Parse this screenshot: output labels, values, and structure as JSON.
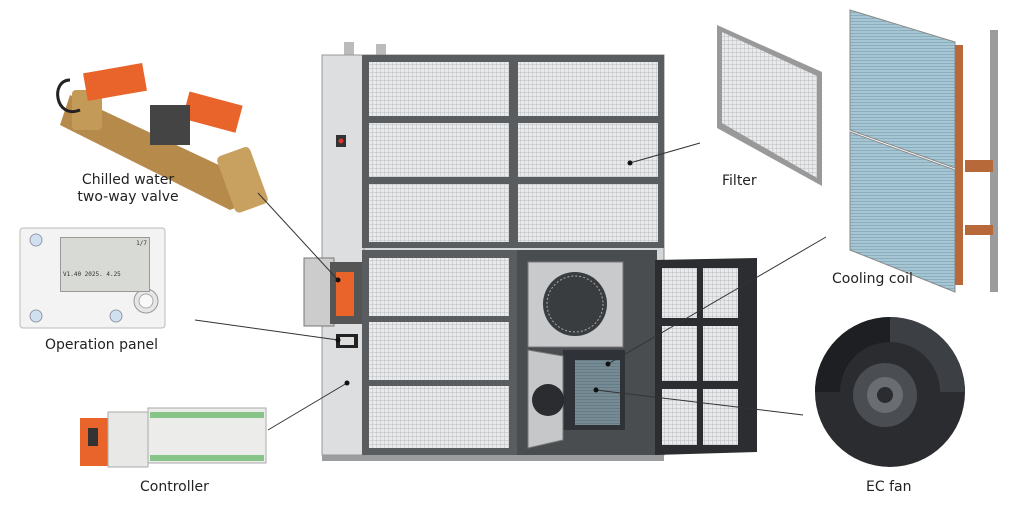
{
  "labels": {
    "valve_line1": "Chilled water",
    "valve_line2": "two-way valve",
    "filter": "Filter",
    "cooling_coil": "Cooling coil",
    "operation_panel": "Operation panel",
    "controller": "Controller",
    "ec_fan": "EC fan"
  },
  "panel_display": {
    "version": "V1.40 2025. 4.25",
    "page": "1/7"
  },
  "colors": {
    "unit_body": "#d4d6d8",
    "unit_frame": "#5a5d60",
    "actuator_orange": "#e8642a",
    "copper": "#b8693a",
    "coil_blue": "#8fb6c8"
  }
}
